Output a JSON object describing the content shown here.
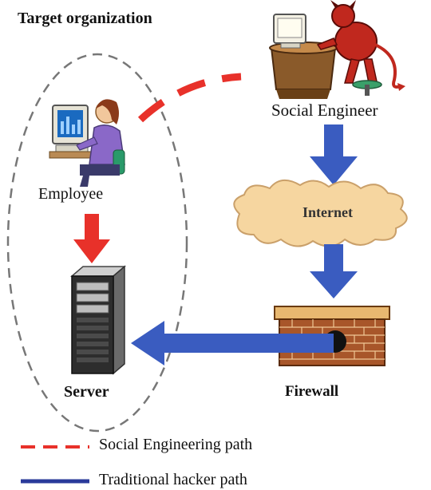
{
  "diagram": {
    "title": "Target organization",
    "nodes": {
      "social_engineer": "Social Engineer",
      "employee": "Employee",
      "internet": "Internet",
      "server": "Server",
      "firewall": "Firewall"
    },
    "legend": [
      {
        "label": "Social Engineering path",
        "style": "dashed",
        "color": "#e8312a"
      },
      {
        "label": "Traditional hacker path",
        "style": "solid",
        "color": "#2a3a9a"
      }
    ],
    "colors": {
      "red_path": "#e8312a",
      "blue_path": "#3a5cc0",
      "cloud": "#f6d6a0",
      "brick": "#a8562a"
    }
  }
}
